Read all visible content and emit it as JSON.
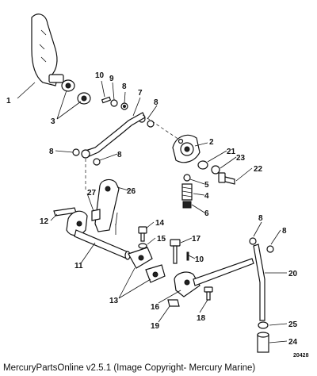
{
  "diagram": {
    "callouts": [
      "1",
      "2",
      "3",
      "4",
      "5",
      "6",
      "7",
      "8",
      "8",
      "8",
      "8",
      "8",
      "8",
      "9",
      "10",
      "10",
      "11",
      "12",
      "13",
      "14",
      "15",
      "16",
      "17",
      "18",
      "19",
      "20",
      "21",
      "22",
      "23",
      "24",
      "25",
      "26",
      "27"
    ],
    "drawing_code": "20428"
  },
  "footer": {
    "text": "MercuryPartsOnline v2.5.1 (Image Copyright- Mercury Marine)"
  }
}
